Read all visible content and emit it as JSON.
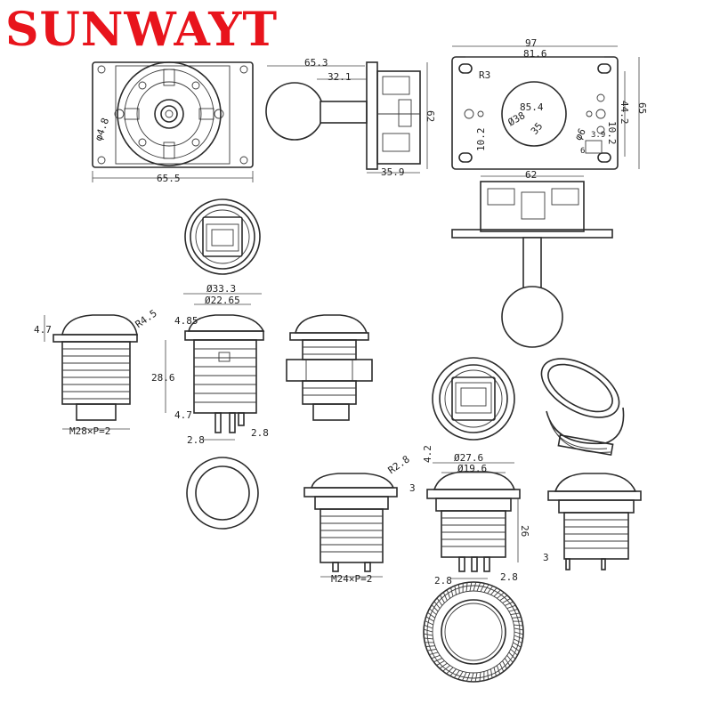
{
  "brand": {
    "text": "SUNWAYT",
    "color": "#e8141c"
  },
  "joystick": {
    "top_view": {
      "width": "65.5",
      "hole": "φ4.8"
    },
    "side_view": {
      "shaft_len": "65.3",
      "ball_off": "32.1",
      "height": "62",
      "depth": "35.9"
    },
    "mount_plate": {
      "width": "97",
      "hole_span": "81.6",
      "corner_radius": "R3",
      "height": "65",
      "v_span_1": "44.2",
      "v_span_2": "10.2",
      "left_offset": "10.2",
      "circle_dia": "85.4",
      "center_hole": "Ø38",
      "inner": "35",
      "small_hole": "φ6",
      "slot_w": "3.9",
      "slot_h": "6"
    },
    "front_view": {
      "width": "62"
    }
  },
  "button_28": {
    "ring_dia": "Ø33.3",
    "body_dia": "Ø22.65",
    "cap_h": "4.7",
    "radius": "R4.5",
    "flange_h": "4.85",
    "body_h": "28.6",
    "nut_h": "4.7",
    "pin_pitch_1": "2.8",
    "pin_pitch_2": "2.8",
    "thread": "M28×P=2"
  },
  "button_24": {
    "ring_dia": "Ø27.6",
    "body_dia": "Ø19.6",
    "radius": "R2.8",
    "cap_h": "4.2",
    "flange_h": "3",
    "body_h": "26",
    "nut_h": "3",
    "pin_pitch_1": "2.8",
    "pin_pitch_2": "2.8",
    "thread": "M24×P=2"
  }
}
